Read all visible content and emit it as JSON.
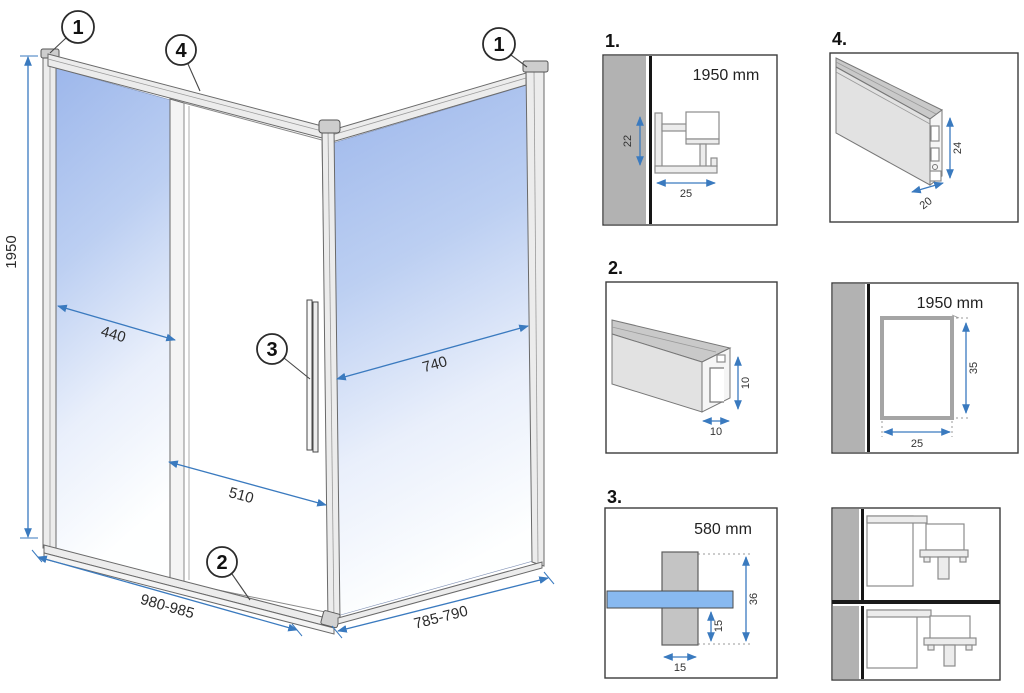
{
  "colors": {
    "dimension_blue": "#3a7abf",
    "glass_blue": "#9db7eb",
    "wall_gray": "#b2b2b2",
    "profile_gray": "#ececec",
    "handle_bar_blue": "#88b9f0"
  },
  "main": {
    "dims": {
      "height": "1950",
      "fixed_panel": "440",
      "side_panel": "740",
      "door_opening": "510",
      "front_width": "980-985",
      "side_width": "785-790"
    },
    "callouts": {
      "wall_profile_left": "1",
      "top_rail": "4",
      "wall_profile_right": "1",
      "handle": "3",
      "bottom_rail": "2"
    }
  },
  "details": {
    "wall_profile": {
      "label": "1.",
      "height_text": "1950 mm",
      "dim_depth": "22",
      "dim_width": "25"
    },
    "top_rail": {
      "label": "4.",
      "dim_height": "24",
      "dim_width": "20"
    },
    "bottom_guide": {
      "label": "2.",
      "dim_height": "10",
      "dim_width": "10"
    },
    "side_wall_profile": {
      "height_text": "1950 mm",
      "dim_height": "35",
      "dim_width": "25"
    },
    "handle": {
      "label": "3.",
      "length_text": "580 mm",
      "dim_total_height": "36",
      "dim_below_glass": "15",
      "dim_width": "15"
    }
  }
}
